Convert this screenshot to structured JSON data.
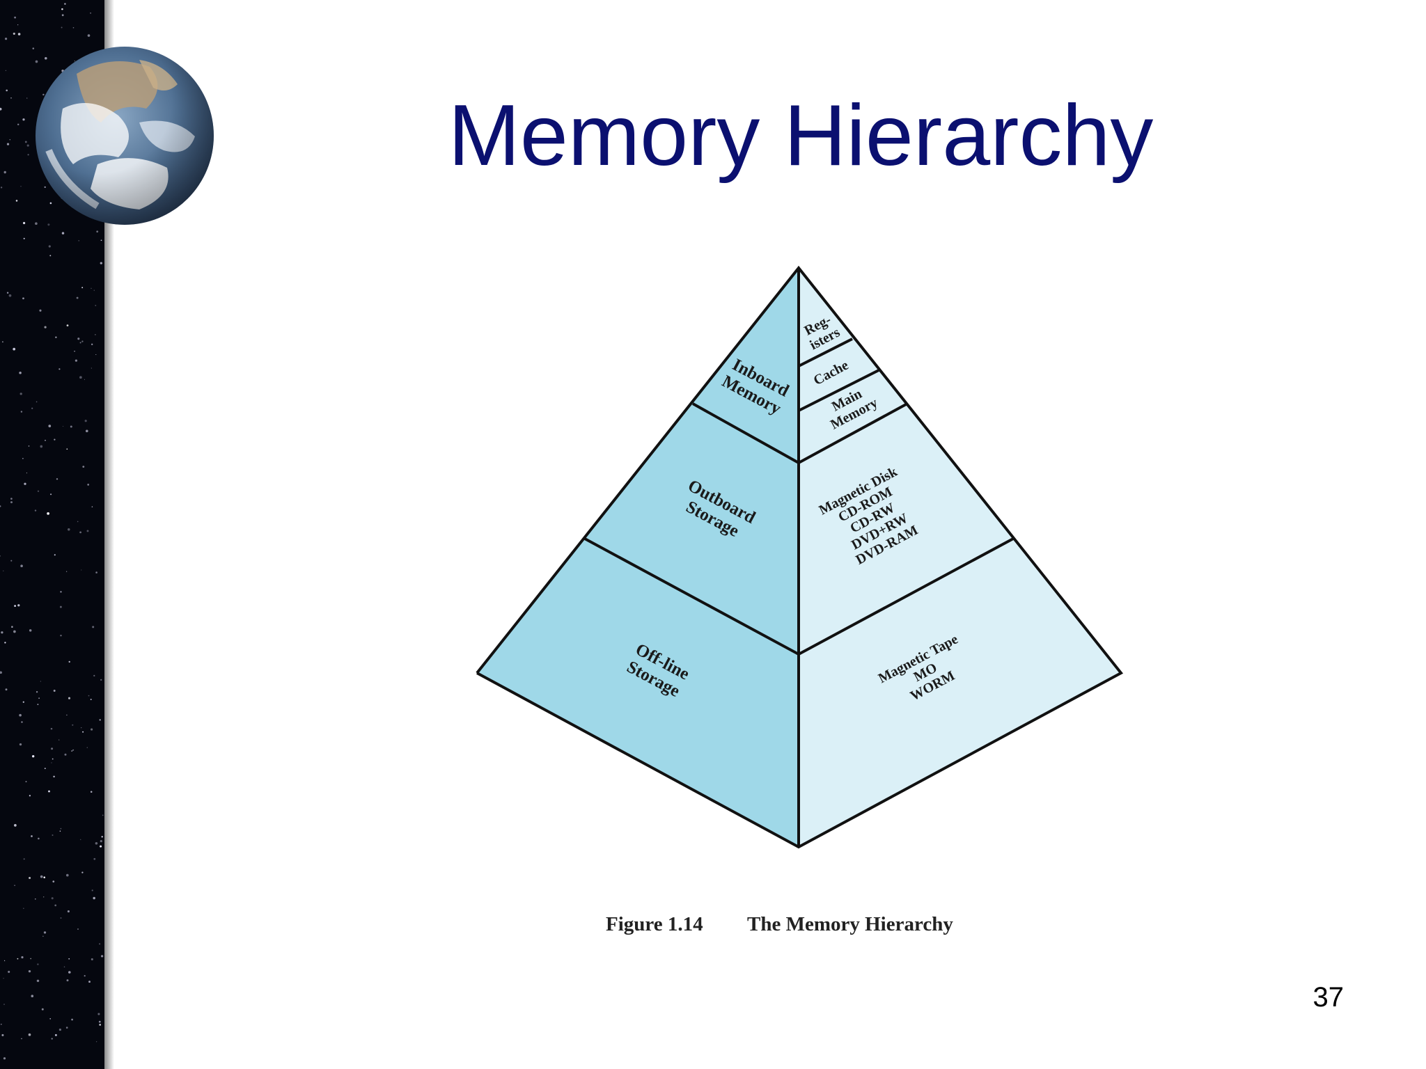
{
  "slide": {
    "title": "Memory Hierarchy",
    "page_number": "37"
  },
  "figure": {
    "caption_number": "Figure 1.14",
    "caption_title": "The Memory Hierarchy"
  },
  "pyramid": {
    "left_labels": [
      [
        "Inboard",
        "Memory"
      ],
      [
        "Outboard",
        "Storage"
      ],
      [
        "Off-line",
        "Storage"
      ]
    ],
    "right_labels": {
      "registers": [
        "Reg-",
        "isters"
      ],
      "cache": [
        "Cache"
      ],
      "main_memory": [
        "Main",
        "Memory"
      ],
      "outboard": [
        "Magnetic Disk",
        "CD-ROM",
        "CD-RW",
        "DVD+RW",
        "DVD-RAM"
      ],
      "offline": [
        "Magnetic Tape",
        "MO",
        "WORM"
      ]
    },
    "colors": {
      "left_face": "#9fd8e8",
      "right_face": "#dbf0f7",
      "stroke": "#111111"
    }
  },
  "icons": {
    "earth": "earth-globe-icon",
    "starfield": "starfield-background"
  }
}
